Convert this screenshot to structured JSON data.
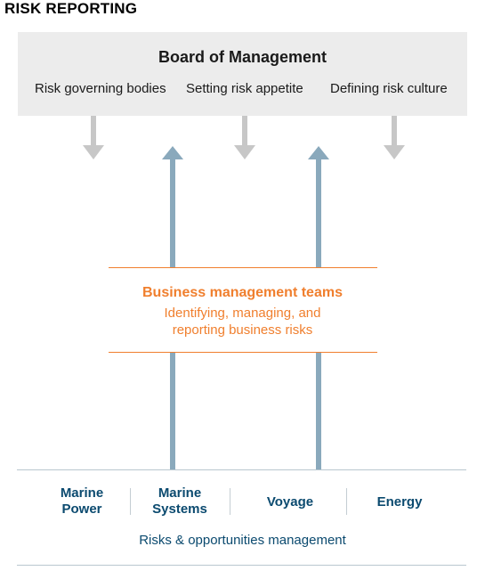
{
  "header": {
    "title": "RISK REPORTING"
  },
  "board": {
    "title": "Board of Management",
    "items": [
      "Risk governing bodies",
      "Setting risk appetite",
      "Defining risk culture"
    ]
  },
  "business_teams": {
    "title": "Business management teams",
    "subtitle_line1": "Identifying, managing, and",
    "subtitle_line2": "reporting business risks"
  },
  "units": [
    {
      "line1": "Marine",
      "line2": "Power"
    },
    {
      "line1": "Marine",
      "line2": "Systems"
    },
    {
      "line1": "Voyage",
      "line2": ""
    },
    {
      "line1": "Energy",
      "line2": ""
    }
  ],
  "footer": {
    "label": "Risks & opportunities management"
  },
  "colors": {
    "orange": "#f07f2e",
    "navy": "#0b4a6f",
    "steel_arrow": "#8aa9bc",
    "grey_arrow": "#c7c7c7",
    "board_bg": "#ececec",
    "rule": "#b9c7cf"
  }
}
